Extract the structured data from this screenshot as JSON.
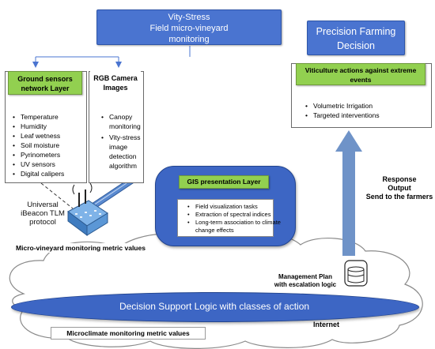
{
  "vity_stress": {
    "line1": "Vity-Stress",
    "line2": "Field micro-vineyard",
    "line3": "monitoring"
  },
  "ground_sensors": {
    "title_line1": "Ground sensors",
    "title_line2": "network Layer",
    "items": [
      "Temperature",
      "Humidity",
      "Leaf wetness",
      "Soil moisture",
      "Pyrinometers",
      "UV sensors",
      "Digital calipers"
    ]
  },
  "rgb_camera": {
    "title_line1": "RGB Camera",
    "title_line2": "Images",
    "items": [
      "Canopy monitoring",
      "Vity-stress image detection algorithm"
    ]
  },
  "precision_farming": {
    "line1": "Precision Farming",
    "line2": "Decision"
  },
  "viticulture_actions": {
    "title_line1": "Viticulture actions against extreme",
    "title_line2": "events",
    "items": [
      "Volumetric Irrigation",
      "Targeted interventions"
    ]
  },
  "response": {
    "line1": "Response",
    "line2": "Output",
    "line3": "Send to the farmers"
  },
  "gis_layer": {
    "title": "GIS  presentation Layer",
    "items": [
      "Field visualization tasks",
      "Extraction of spectral indices",
      "Long-term association to climate change effects"
    ]
  },
  "ibeacon": {
    "line1": "Universal",
    "line2": "iBeacon TLM",
    "line3": "protocol"
  },
  "micro_vineyard_label": "Micro-vineyard monitoring metric values",
  "management_plan": {
    "line1": "Management Plan",
    "line2": "with escalation logic"
  },
  "decision_support": "Decision Support Logic with classes of action",
  "internet_label": "Internet",
  "microclimate_label": "Microclimate monitoring metric values",
  "colors": {
    "blue": "#4a74d0",
    "green": "#92d050",
    "arrow_blue": "#6f93c8"
  }
}
